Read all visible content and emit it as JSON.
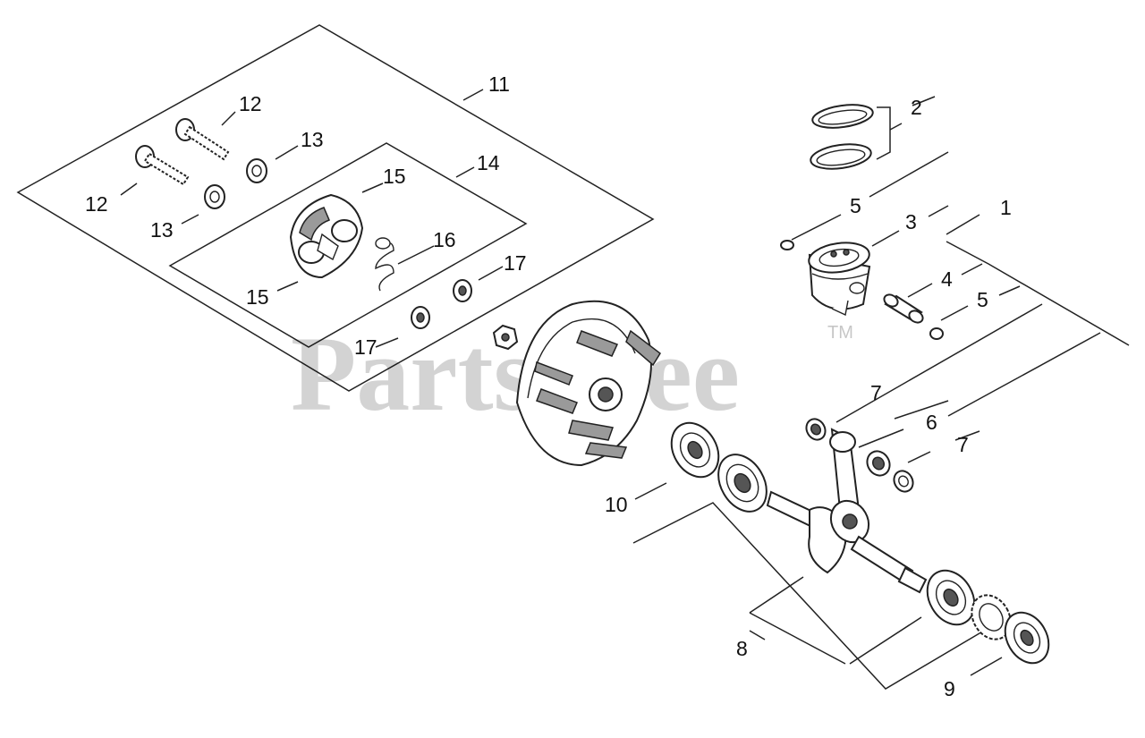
{
  "watermark": {
    "text": "PartsTree",
    "trademark": "TM"
  },
  "callouts": {
    "c1": "1",
    "c2": "2",
    "c3": "3",
    "c4": "4",
    "c5a": "5",
    "c5b": "5",
    "c6": "6",
    "c7a": "7",
    "c7b": "7",
    "c8": "8",
    "c9": "9",
    "c10": "10",
    "c11": "11",
    "c12a": "12",
    "c12b": "12",
    "c13a": "13",
    "c13b": "13",
    "c14": "14",
    "c15a": "15",
    "c15b": "15",
    "c16": "16",
    "c17a": "17",
    "c17b": "17"
  },
  "colors": {
    "line": "#222222",
    "watermark": "#000000",
    "background": "#ffffff"
  }
}
